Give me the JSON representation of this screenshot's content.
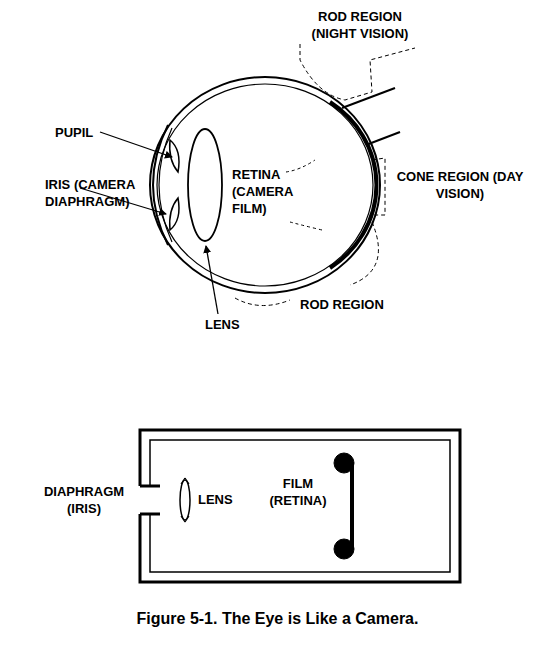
{
  "diagram": {
    "caption": "Figure 5-1. The Eye is Like a Camera.",
    "labels": [
      "ROD REGION (NIGHT VISION)",
      "PUPIL",
      "RETINA (CAMERA FILM)",
      "IRIS (CAMERA DIAPHRAGM)",
      "CONE REGION (DAY VISION)",
      "ROD REGION",
      "LENS",
      "DIAPHRAGM (IRIS)",
      "LENS",
      "FILM (RETINA)"
    ]
  }
}
